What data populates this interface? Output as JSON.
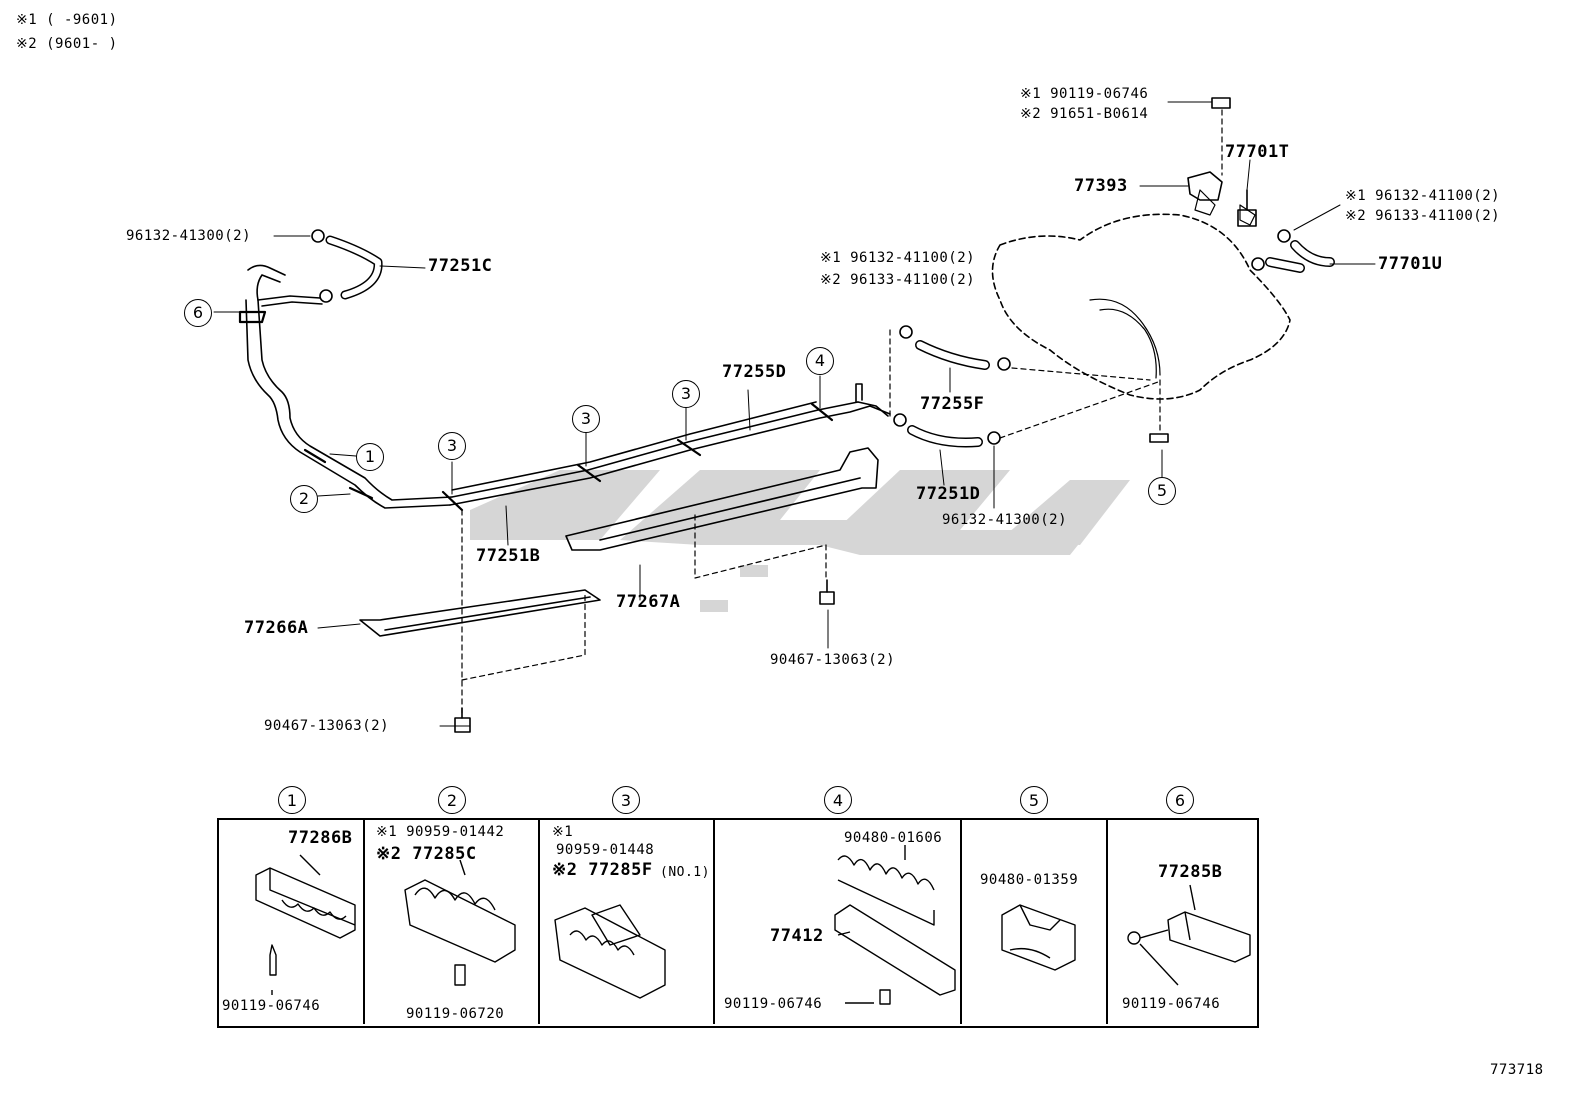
{
  "notes": {
    "note1": "※1 (    -9601)",
    "note2": "※2 (9601-    )"
  },
  "diagram_id": "773718",
  "watermark_text": "سیگل",
  "labels": {
    "l_90119_top_1": "※1 90119-06746",
    "l_91651_top_2": "※2 91651-B0614",
    "l_77701T": "77701T",
    "l_77393": "77393",
    "l_96132_41100_r1": "※1 96132-41100(2)",
    "l_96133_41100_r2": "※2 96133-41100(2)",
    "l_77701U": "77701U",
    "l_96132_41300_tl": "96132-41300(2)",
    "l_77251C": "77251C",
    "l_96132_41100_m1": "※1 96132-41100(2)",
    "l_96133_41100_m2": "※2 96133-41100(2)",
    "l_77255D": "77255D",
    "l_77255F": "77255F",
    "l_77251D": "77251D",
    "l_96132_41300_m": "96132-41300(2)",
    "l_77251B": "77251B",
    "l_77267A": "77267A",
    "l_77266A": "77266A",
    "l_90467_right": "90467-13063(2)",
    "l_90467_left": "90467-13063(2)"
  },
  "callouts": {
    "c1": "1",
    "c2": "2",
    "c3a": "3",
    "c3b": "3",
    "c3c": "3",
    "c4": "4",
    "c5": "5",
    "c6": "6"
  },
  "detail_panels": [
    {
      "header": "1",
      "lines": [
        "77286B",
        "90119-06746"
      ]
    },
    {
      "header": "2",
      "lines": [
        "※1 90959-01442",
        "※2 77285C",
        "90119-06720"
      ]
    },
    {
      "header": "3",
      "lines": [
        "※1",
        "90959-01448",
        "※2 77285F",
        "(NO.1)"
      ]
    },
    {
      "header": "4",
      "lines": [
        "90480-01606",
        "77412",
        "90119-06746"
      ]
    },
    {
      "header": "5",
      "lines": [
        "90480-01359"
      ]
    },
    {
      "header": "6",
      "lines": [
        "77285B",
        "90119-06746"
      ]
    }
  ]
}
